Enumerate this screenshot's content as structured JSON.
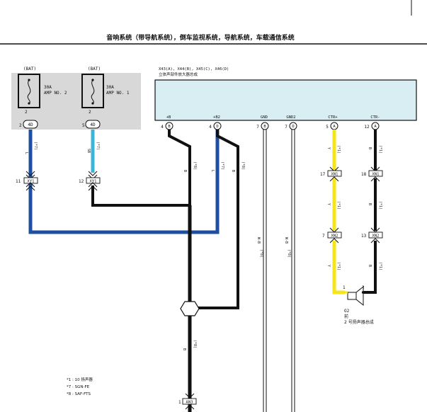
{
  "header": {
    "title": "音响系统（带导航系统），倒车监视系统，导航系统，车载通信系统"
  },
  "fuses": [
    {
      "source": "(BAT)",
      "rating": "30A",
      "name": "AMP NO. 2",
      "pin_top": "2",
      "pin_left": "2",
      "connector": "4D"
    },
    {
      "source": "(BAT)",
      "rating": "30A",
      "name": "AMP NO. 1",
      "pin_top": "2",
      "pin_left": "5",
      "connector": "4D"
    }
  ],
  "amplifier": {
    "line1": "X43(A), X44(B), X45(C), X46(D)",
    "line2": "立体声部件放大器总成",
    "terminals": [
      {
        "label": "+B",
        "pin": "4",
        "conn": "B"
      },
      {
        "label": "+B2",
        "pin": "4",
        "conn": "D"
      },
      {
        "label": "GND",
        "pin": "7",
        "conn": "B"
      },
      {
        "label": "GND2",
        "pin": "7",
        "conn": "D"
      },
      {
        "label": "CTR+",
        "pin": "5",
        "conn": "A"
      },
      {
        "label": "CTR-",
        "pin": "12",
        "conn": "A"
      }
    ]
  },
  "connectors": [
    {
      "name": "XY1",
      "pin": "11"
    },
    {
      "name": "XY1",
      "pin": "12"
    },
    {
      "name": "XN1",
      "pin": "17"
    },
    {
      "name": "XN1",
      "pin": "18"
    },
    {
      "name": "XN2",
      "pin": "7"
    },
    {
      "name": "XN2",
      "pin": "13"
    },
    {
      "name": "AN3",
      "pin": "1"
    }
  ],
  "wire_labels": {
    "L": "L",
    "SB": "SB",
    "B": "B",
    "W_B": "W-B",
    "Y": "Y",
    "n7": "(*7)",
    "n8": "(*8)",
    "n1": "(*1)"
  },
  "speaker": {
    "pin1": "1",
    "pin2": "2",
    "code": "O2",
    "line1": "前",
    "line2": "2 号扬声器总成"
  },
  "notes": [
    "*1 : 10 扬声器",
    "*7 : SGN-FE",
    "*8 : SAF-FTS"
  ],
  "colors": {
    "blue": "#1f4fa0",
    "sky": "#3cb6d8",
    "black": "#111111",
    "yellow": "#f5e61c",
    "amp_fill": "#d8eef2",
    "fuse_bg": "#d8d8d8"
  }
}
